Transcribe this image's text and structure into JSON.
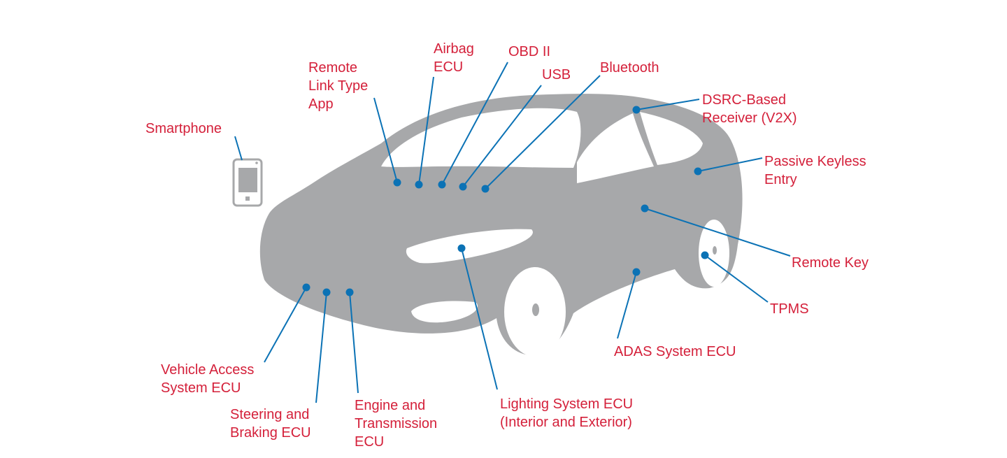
{
  "colors": {
    "label": "#d4203a",
    "leader": "#0b72b5",
    "car_body": "#a7a8aa",
    "window": "#ffffff",
    "background": "#ffffff"
  },
  "icons": {
    "vehicle": "car-silhouette-icon",
    "phone": "smartphone-icon"
  },
  "labels": {
    "smartphone": "Smartphone",
    "remote_link": "Remote\nLink Type\nApp",
    "airbag": "Airbag\nECU",
    "obd": "OBD II",
    "usb": "USB",
    "bluetooth": "Bluetooth",
    "dsrc": "DSRC-Based\nReceiver (V2X)",
    "passive_keyless": "Passive Keyless\nEntry",
    "remote_key": "Remote Key",
    "tpms": "TPMS",
    "adas": "ADAS System ECU",
    "lighting": "Lighting System ECU\n(Interior and Exterior)",
    "engine": "Engine and\nTransmission\nECU",
    "steering": "Steering and\nBraking ECU",
    "vehicle_access": "Vehicle Access\nSystem ECU"
  }
}
